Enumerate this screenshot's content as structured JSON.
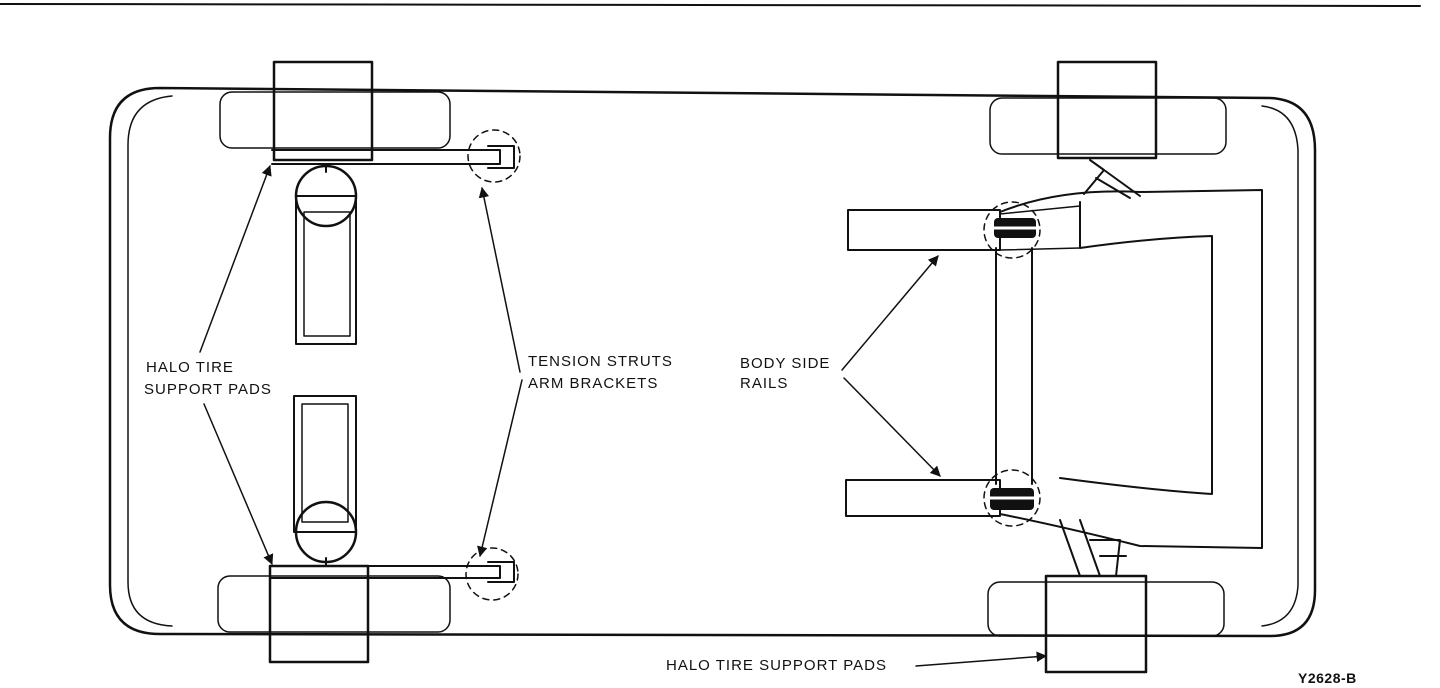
{
  "labels": {
    "halo_left_1": "HALO TIRE",
    "halo_left_2": "SUPPORT PADS",
    "tension_1": "TENSION STRUTS",
    "tension_2": "ARM BRACKETS",
    "rails_1": "BODY SIDE",
    "rails_2": "RAILS",
    "halo_bottom": "HALO TIRE SUPPORT PADS",
    "figure_id": "Y2628-B"
  }
}
